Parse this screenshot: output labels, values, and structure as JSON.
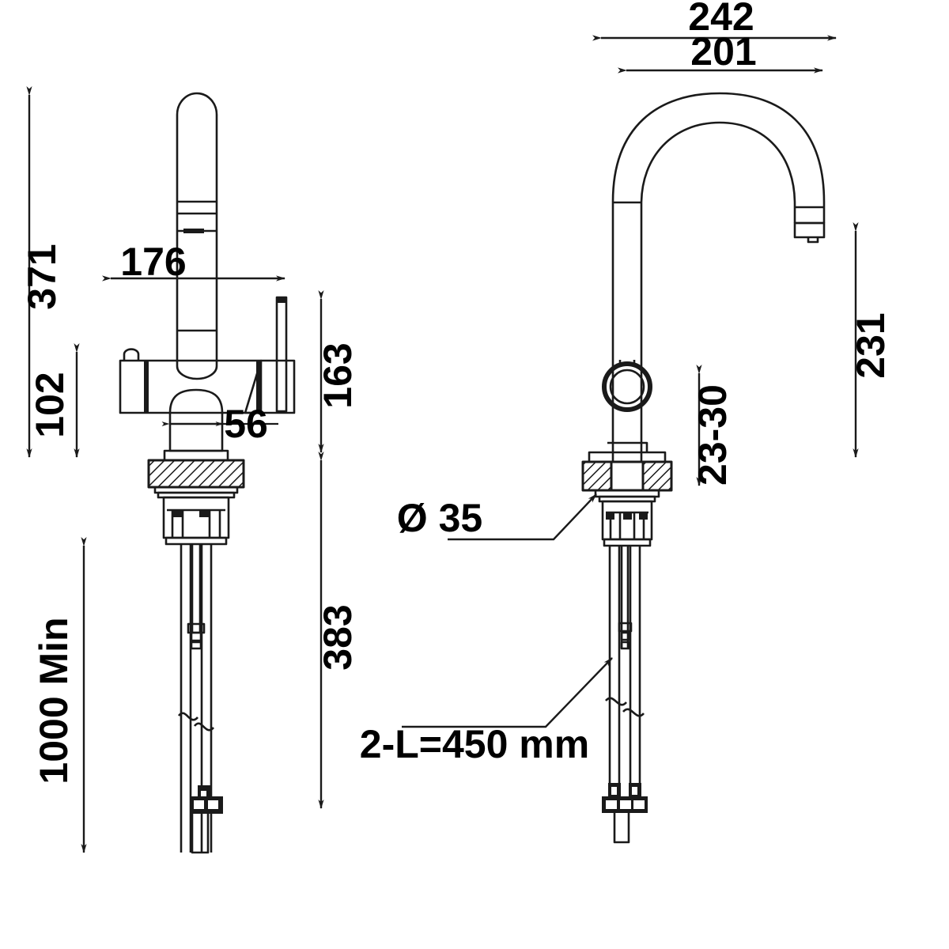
{
  "drawing": {
    "title": "Kitchen mixer tap technical dimension drawing",
    "units": "mm",
    "line_color": "#1a1a1a",
    "background": "#ffffff",
    "views": [
      {
        "name": "front-view",
        "label": ""
      },
      {
        "name": "side-view",
        "label": ""
      }
    ]
  },
  "dimensions": {
    "overall_height": "371",
    "body_height": "102",
    "spout_reach_front": "176",
    "body_width": "56",
    "upper_section": "163",
    "lower_section": "383",
    "hose_clearance": "1000 Min",
    "spout_outer_reach": "242",
    "spout_inner_reach": "201",
    "spout_outlet_height": "231",
    "deck_thickness": "23-30",
    "hole_diameter": "Ø 35",
    "hose_length": "2-L=450 mm"
  }
}
